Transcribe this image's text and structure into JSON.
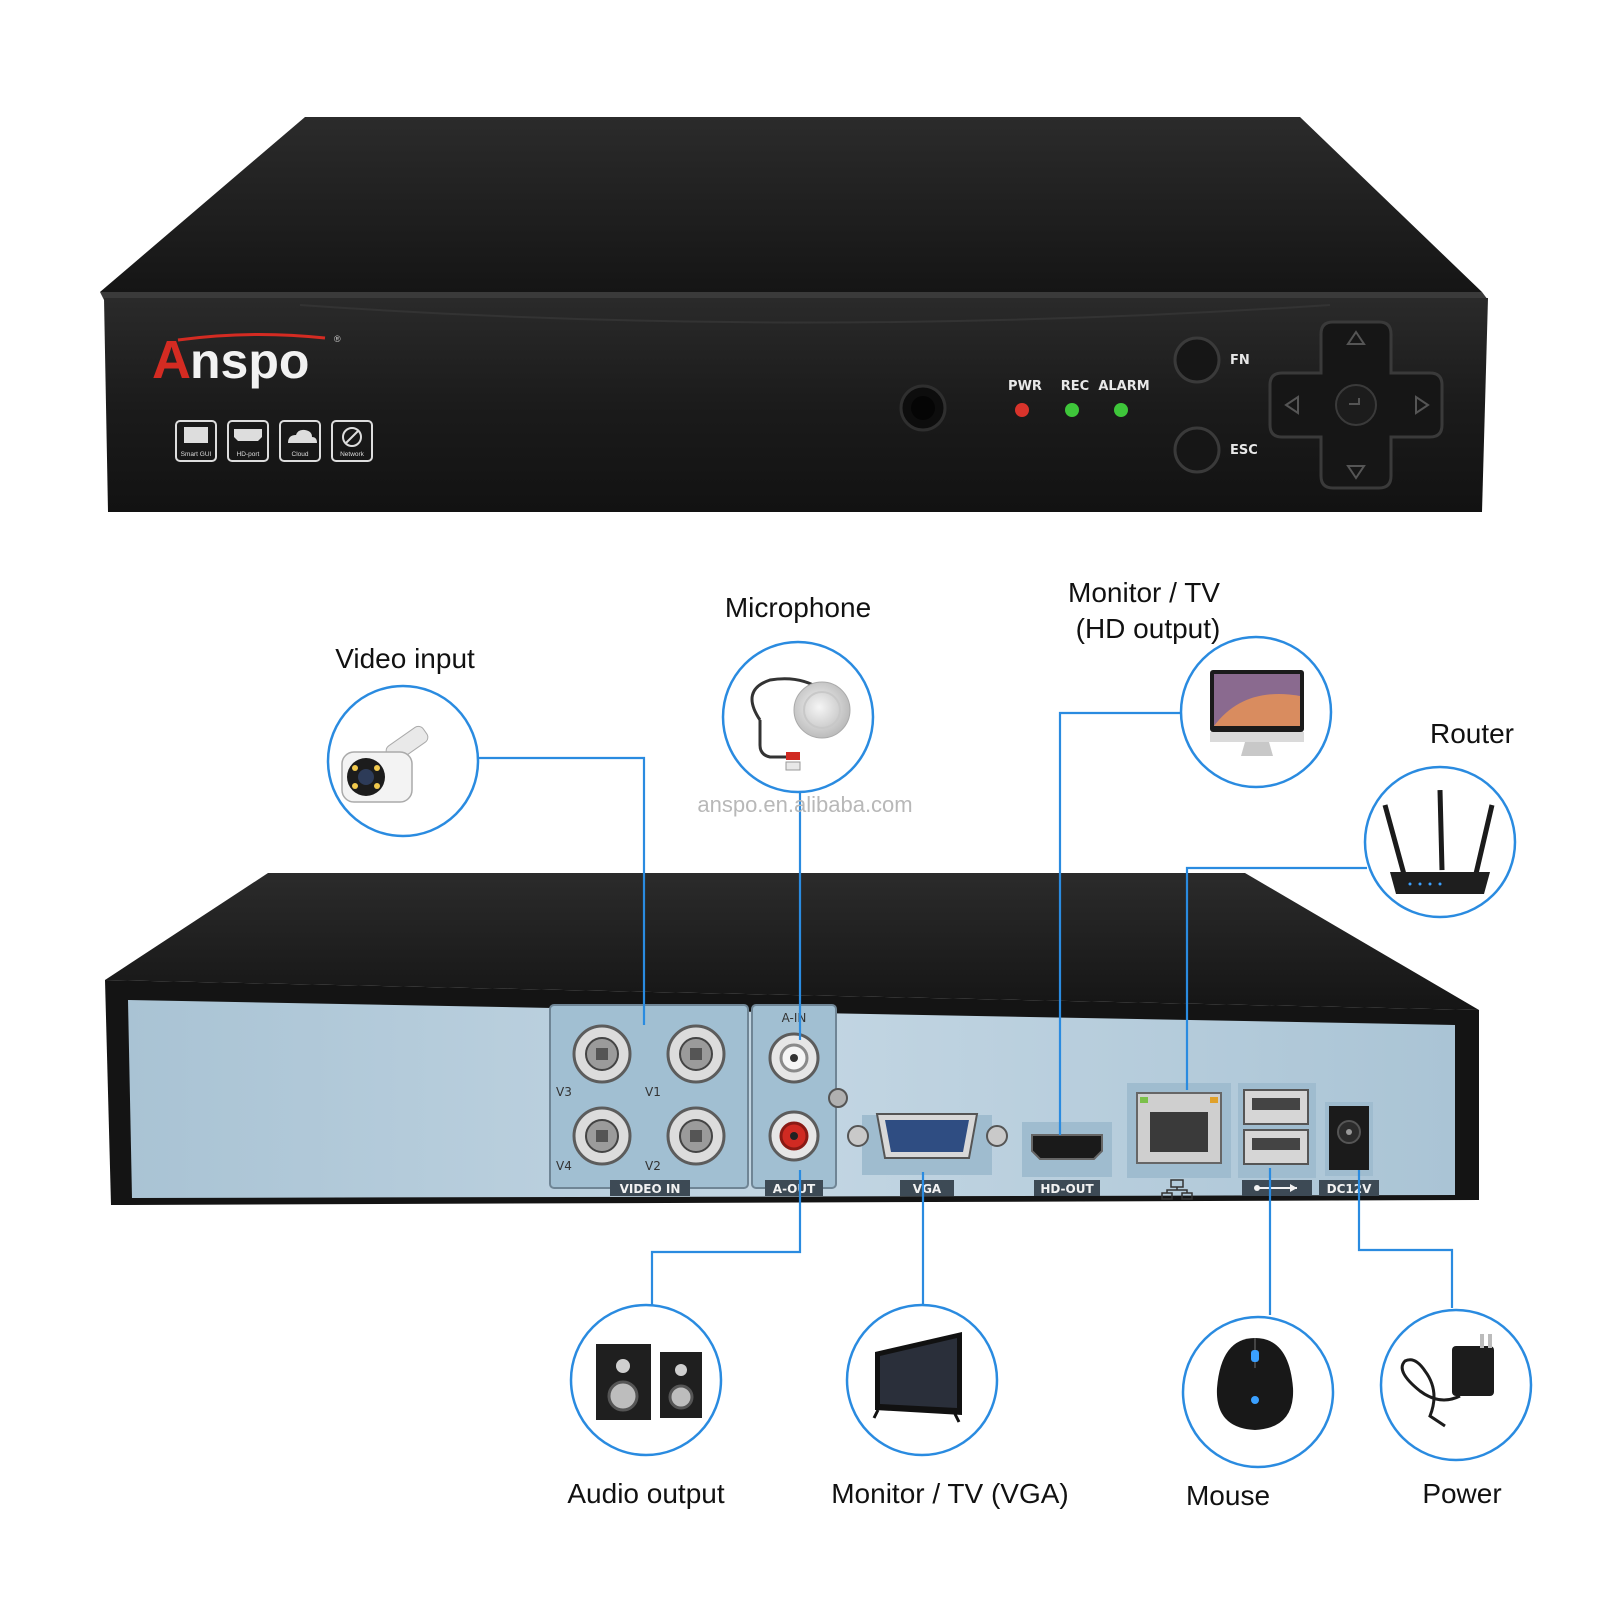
{
  "front": {
    "brand": "Anspo",
    "feature_icons": [
      "Smart GUI",
      "HD-port",
      "Cloud",
      "Network"
    ],
    "led_labels": [
      "PWR",
      "REC",
      "ALARM"
    ],
    "led_colors": [
      "#d8332b",
      "#3ec63a",
      "#3ec63a"
    ],
    "buttons": [
      "FN",
      "ESC"
    ]
  },
  "rear": {
    "video_in": {
      "label": "VIDEO IN",
      "channels": [
        "V3",
        "V1",
        "V4",
        "V2"
      ]
    },
    "audio": {
      "in_label": "A-IN",
      "out_label": "A-OUT"
    },
    "vga_label": "VGA",
    "hd_out_label": "HD-OUT",
    "power_label": "DC12V"
  },
  "watermark": "anspo.en.alibaba.com",
  "devices": {
    "video_input": "Video input",
    "microphone": "Microphone",
    "monitor_hd_line1": "Monitor / TV",
    "monitor_hd_line2": "(HD output)",
    "router": "Router",
    "audio_output": "Audio output",
    "monitor_vga": "Monitor / TV (VGA)",
    "mouse": "Mouse",
    "power": "Power"
  },
  "colors": {
    "accent": "#2a8be0",
    "chassis": "#1e1e1e",
    "rear_panel": "#b7cedd",
    "brand_red": "#d42b22"
  }
}
